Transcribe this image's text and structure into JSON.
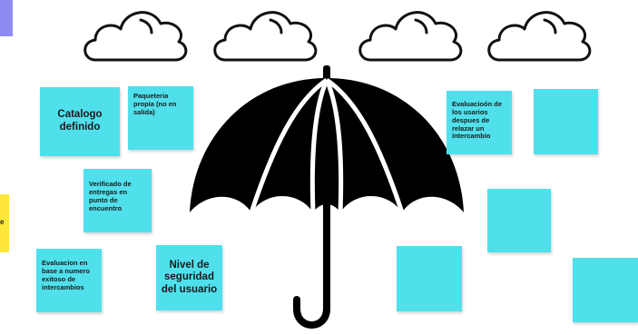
{
  "board": {
    "left_edge_note_text": "e",
    "clouds": [
      {
        "icon": "cloud-icon"
      },
      {
        "icon": "cloud-icon"
      },
      {
        "icon": "cloud-icon"
      },
      {
        "icon": "cloud-icon"
      }
    ],
    "umbrella_icon": "umbrella-icon",
    "notes": {
      "catalogo": "Catalogo definido",
      "paqueteria": "Paqueteria propia (no en salida)",
      "verificado": "Verificado de entregas en punto de encuentro",
      "evaluacion_base": "Evaluacion en base a numero exitoso de intercambios",
      "nivel_seguridad": "Nivel de seguridad del usuario",
      "evaluacion_usuarios": "Evaluacioón de los usarios despues de relazar un intercambio"
    },
    "colors": {
      "note": "#50e0ec",
      "left_edge_purple": "#8f8bf5",
      "left_edge_yellow": "#ffe63b",
      "umbrella": "#000000"
    }
  }
}
